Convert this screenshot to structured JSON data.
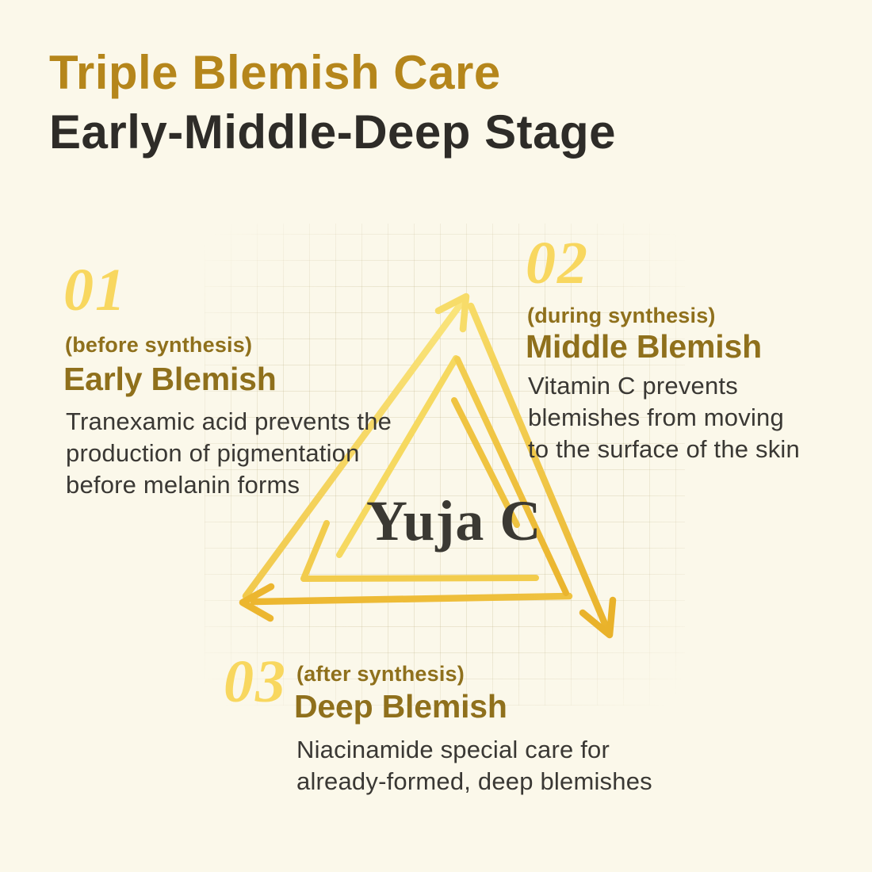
{
  "header": {
    "title": "Triple Blemish Care",
    "subtitle": "Early-Middle-Deep Stage"
  },
  "center": {
    "label": "Yuja C"
  },
  "stages": [
    {
      "number": "01",
      "phase": "(before synthesis)",
      "title": "Early Blemish",
      "description": "Tranexamic acid prevents the\nproduction of pigmentation\nbefore melanin forms"
    },
    {
      "number": "02",
      "phase": "(during synthesis)",
      "title": "Middle Blemish",
      "description": "Vitamin C prevents\nblemishes from moving\nto the surface of the skin"
    },
    {
      "number": "03",
      "phase": "(after synthesis)",
      "title": "Deep Blemish",
      "description": "Niacinamide special care for\nalready-formed, deep blemishes"
    }
  ],
  "colors": {
    "background": "#FBF8EA",
    "title_gold": "#B5861B",
    "title_dark": "#2E2C28",
    "number_yellow": "#F8D75F",
    "label_olive": "#8F701C",
    "body_text": "#3A3834",
    "center_text": "#3B3933",
    "grad_left_start": "#F1C94C",
    "grad_left_end": "#FAE57D",
    "grad_right_start": "#F7DB66",
    "grad_right_end": "#E9B22A",
    "grad_midright_start": "#F3CE50",
    "grad_midright_end": "#EAB42D",
    "grad_bottom_start": "#EFC23F",
    "grad_bottom_end": "#ECB62F",
    "mid_left_yellow": "#F6D960",
    "mid_corner_yellow": "#F2CC4D",
    "accent_gold": "#EFC340",
    "arrowhead_top": "#F7DC69",
    "arrowhead_right": "#E9B22A",
    "arrowhead_left": "#ECB62F"
  }
}
